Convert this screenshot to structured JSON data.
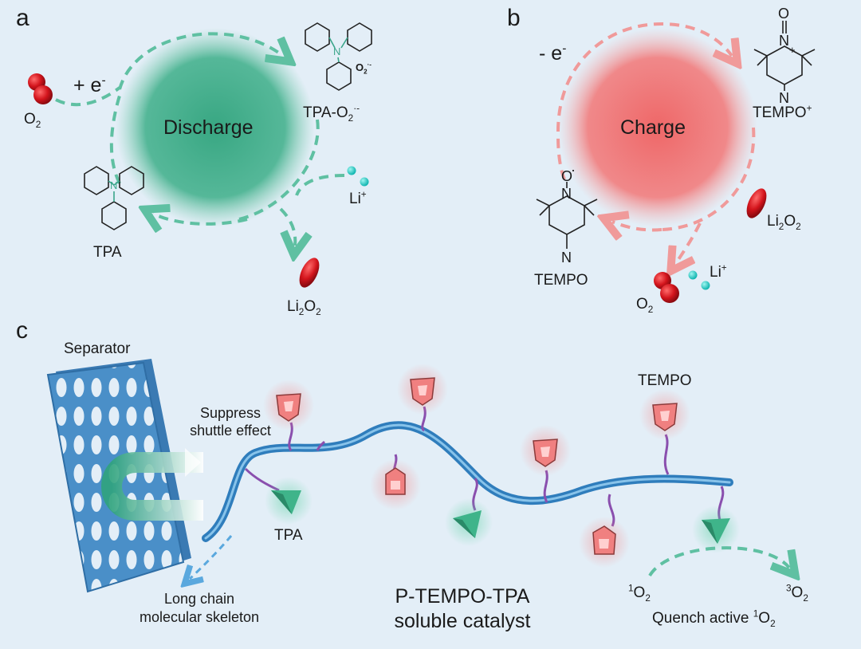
{
  "panels": {
    "a": "a",
    "b": "b",
    "c": "c"
  },
  "panel_a": {
    "cycle_label": "Discharge",
    "electron_label": "+ e",
    "electron_sup": "-",
    "o2_label": {
      "main": "O",
      "sub": "2"
    },
    "tpa_label": "TPA",
    "tpa_o2_label": {
      "main": "TPA-O",
      "sub": "2",
      "sup": "·-"
    },
    "structure_n": "N",
    "structure_o2": {
      "main": "O",
      "sub": "2",
      "sup": "·-"
    },
    "li_label": {
      "main": "Li",
      "sup": "+"
    },
    "li2o2_label": {
      "a": "Li",
      "b": "2",
      "c": "O",
      "d": "2"
    },
    "colors": {
      "circle": "#2fa37c",
      "arrow": "#5fc0a2",
      "n_atom": "#3aa58a"
    }
  },
  "panel_b": {
    "cycle_label": "Charge",
    "electron_label": "- e",
    "electron_sup": "-",
    "tempo_plus_label": {
      "main": "TEMPO",
      "sup": "+"
    },
    "tempo_label": "TEMPO",
    "li2o2_label": {
      "a": "Li",
      "b": "2",
      "c": "O",
      "d": "2"
    },
    "o2_label": {
      "main": "O",
      "sub": "2"
    },
    "li_label": {
      "main": "Li",
      "sup": "+"
    },
    "structure_o": "O",
    "structure_n": "N",
    "structure_plus": "+",
    "structure_o_radical": "O",
    "structure_dot": "·",
    "colors": {
      "circle": "#ef6b6b",
      "arrow": "#f09a9a"
    }
  },
  "panel_c": {
    "separator_label": "Separator",
    "suppress_line1": "Suppress",
    "suppress_line2": "shuttle effect",
    "tpa_label": "TPA",
    "tempo_label": "TEMPO",
    "skeleton_line1": "Long chain",
    "skeleton_line2": "molecular skeleton",
    "catalyst_line1": "P-TEMPO-TPA",
    "catalyst_line2": "soluble catalyst",
    "singlet_label": {
      "sup": "1",
      "main": "O",
      "sub": "2"
    },
    "triplet_label": {
      "sup": "3",
      "main": "O",
      "sub": "2"
    },
    "quench_label": {
      "text": "Quench active ",
      "sup": "1",
      "main": "O",
      "sub": "2"
    },
    "colors": {
      "separator": "#4a8fc8",
      "chain": "#4a9fd8",
      "linker": "#8a4fae",
      "tempo_box": "#f08080",
      "tpa_pyramid": "#3fb48a"
    }
  }
}
